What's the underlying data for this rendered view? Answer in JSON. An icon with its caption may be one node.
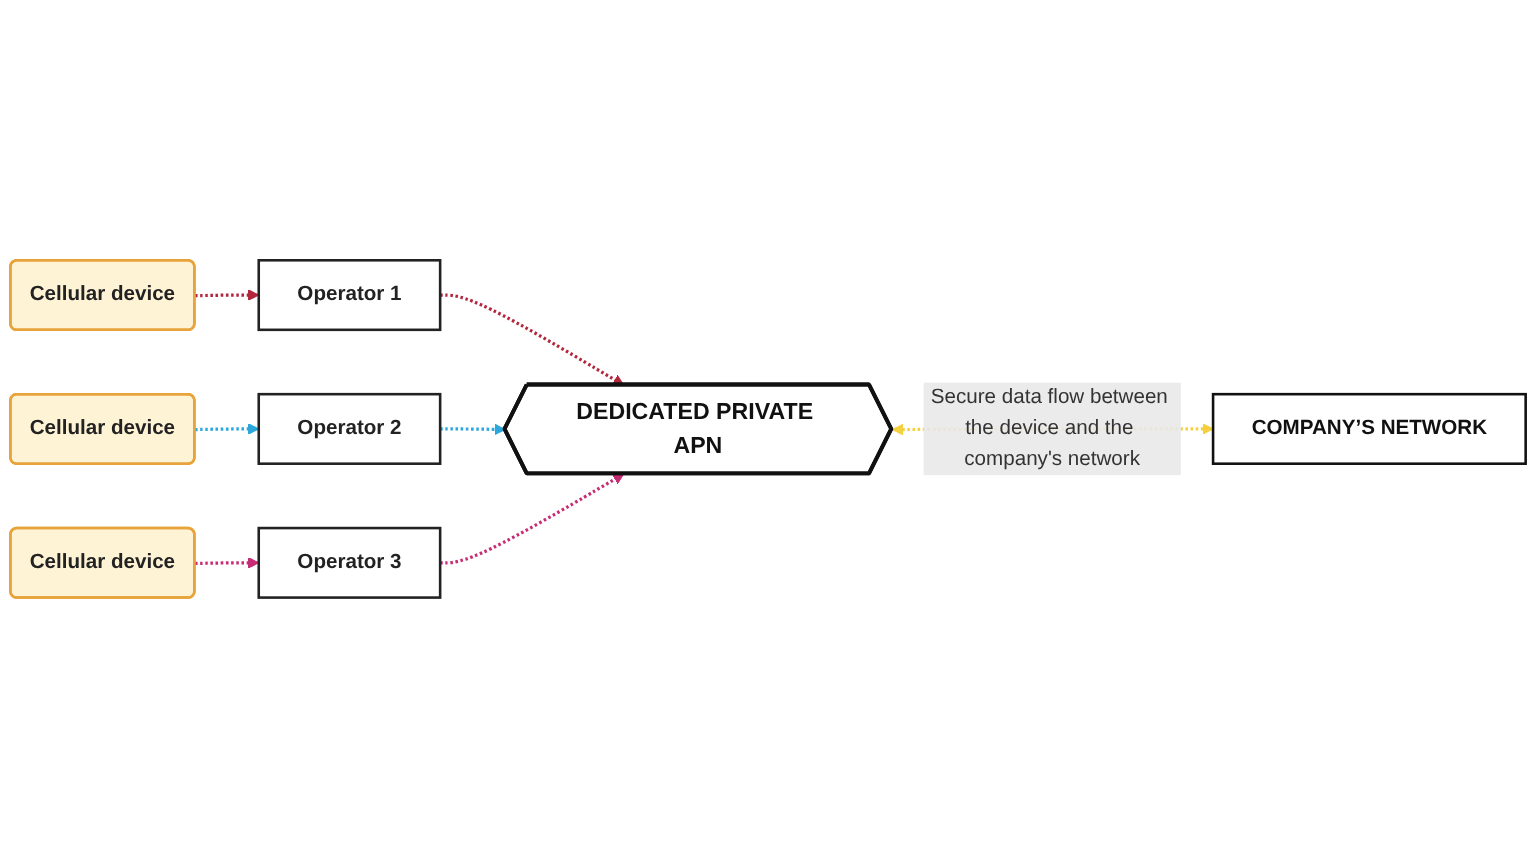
{
  "diagram": {
    "nodes": [
      {
        "text": [
          "Cellular device"
        ]
      },
      {
        "text": [
          "Cellular device"
        ]
      },
      {
        "text": [
          "Cellular device"
        ]
      },
      {
        "text": [
          "Operator 1"
        ]
      },
      {
        "text": [
          "Operator 2"
        ]
      },
      {
        "text": [
          "Operator 3"
        ]
      },
      {
        "text": [
          "DEDICATED PRIVATE APN"
        ]
      },
      {
        "text": [
          "COMPANY’S NETWORK"
        ]
      }
    ],
    "edges": [
      {
        "from": 0,
        "to": 3,
        "arrow": "to",
        "style": "dashed",
        "color": "#b3263c"
      },
      {
        "from": 1,
        "to": 4,
        "arrow": "to",
        "style": "dashed",
        "color": "#2aa8dc"
      },
      {
        "from": 2,
        "to": 5,
        "arrow": "to",
        "style": "dashed",
        "color": "#c72b74"
      },
      {
        "from": 3,
        "to": 6,
        "arrow": "to",
        "style": "dashed",
        "color": "#b3263c"
      },
      {
        "from": 4,
        "to": 6,
        "arrow": "to",
        "style": "dashed",
        "color": "#2aa8dc"
      },
      {
        "from": 5,
        "to": 6,
        "arrow": "to",
        "style": "dashed",
        "color": "#c72b74"
      },
      {
        "from": 6,
        "to": 7,
        "arrow": "both",
        "style": "dashed",
        "color": "#f4d03f",
        "label": "Secure data flow between the device and the company's network"
      }
    ]
  }
}
